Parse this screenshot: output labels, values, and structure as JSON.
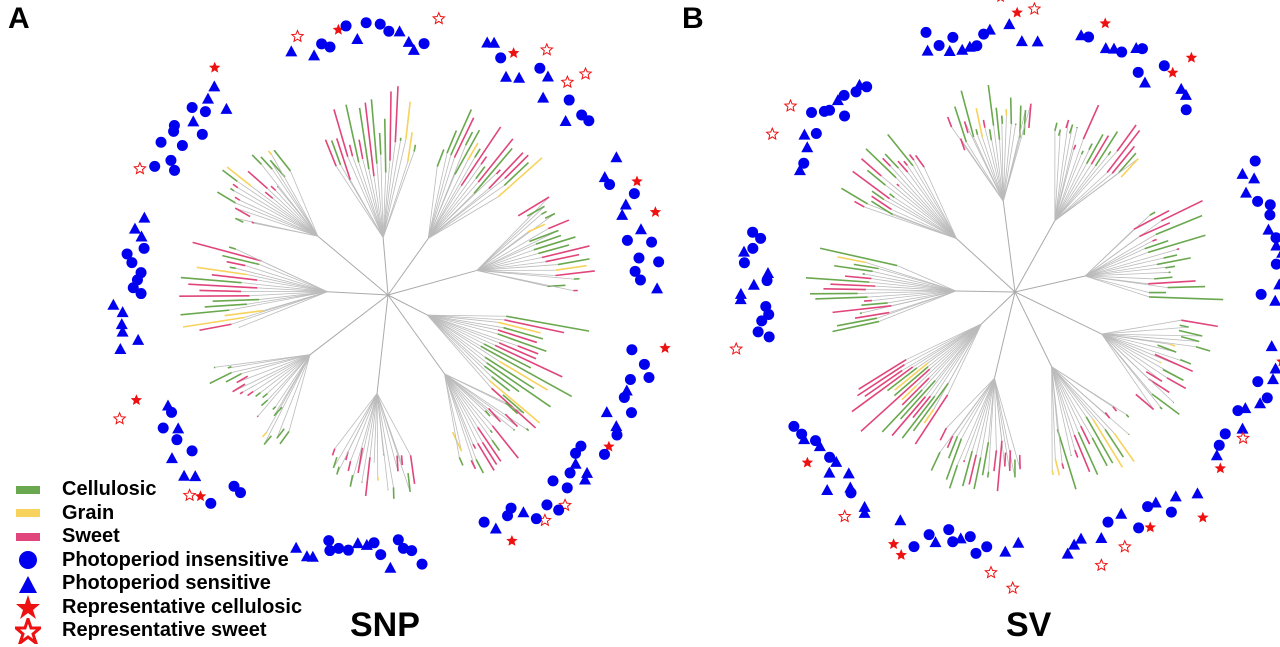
{
  "panels": [
    {
      "label": "A",
      "title": "SNP"
    },
    {
      "label": "B",
      "title": "SV"
    }
  ],
  "legend": [
    {
      "label": "Cellulosic",
      "symbol": "bar",
      "color": "#6aa84f"
    },
    {
      "label": "Grain",
      "symbol": "bar",
      "color": "#f7d25c"
    },
    {
      "label": "Sweet",
      "symbol": "bar",
      "color": "#e0457b"
    },
    {
      "label": "Photoperiod insensitive",
      "symbol": "circle",
      "color": "#0000ee"
    },
    {
      "label": "Photoperiod sensitive",
      "symbol": "triangle",
      "color": "#0000ee"
    },
    {
      "label": "Representative cellulosic",
      "symbol": "star-filled",
      "color": "#ee1111"
    },
    {
      "label": "Representative sweet",
      "symbol": "star-open",
      "color": "#ee1111"
    }
  ]
}
